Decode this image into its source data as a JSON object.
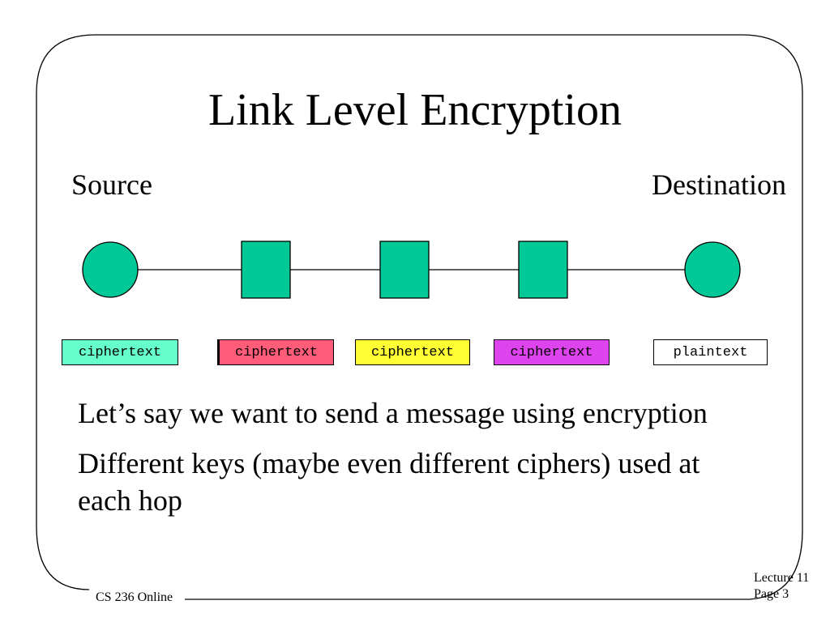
{
  "slide": {
    "title": "Link Level Encryption",
    "source_label": "Source",
    "destination_label": "Destination"
  },
  "network": {
    "node_color": "#00c896",
    "nodes": [
      {
        "shape": "circle",
        "role": "source"
      },
      {
        "shape": "square",
        "role": "hop"
      },
      {
        "shape": "square",
        "role": "hop"
      },
      {
        "shape": "square",
        "role": "hop"
      },
      {
        "shape": "circle",
        "role": "destination"
      }
    ]
  },
  "messages": [
    {
      "text": "ciphertext",
      "color": "#66ffcc"
    },
    {
      "text": "ciphertext",
      "color": "#ff5c7a"
    },
    {
      "text": "ciphertext",
      "color": "#ffff33"
    },
    {
      "text": "ciphertext",
      "color": "#dd44ee"
    },
    {
      "text": "plaintext",
      "color": "#ffffff"
    }
  ],
  "bullets": [
    "Let’s say we want to send a message using encryption",
    "Different keys (maybe even different ciphers) used at",
    "each hop"
  ],
  "footer": {
    "course": "CS 236 Online",
    "lecture": "Lecture 11",
    "page": "Page 3"
  }
}
